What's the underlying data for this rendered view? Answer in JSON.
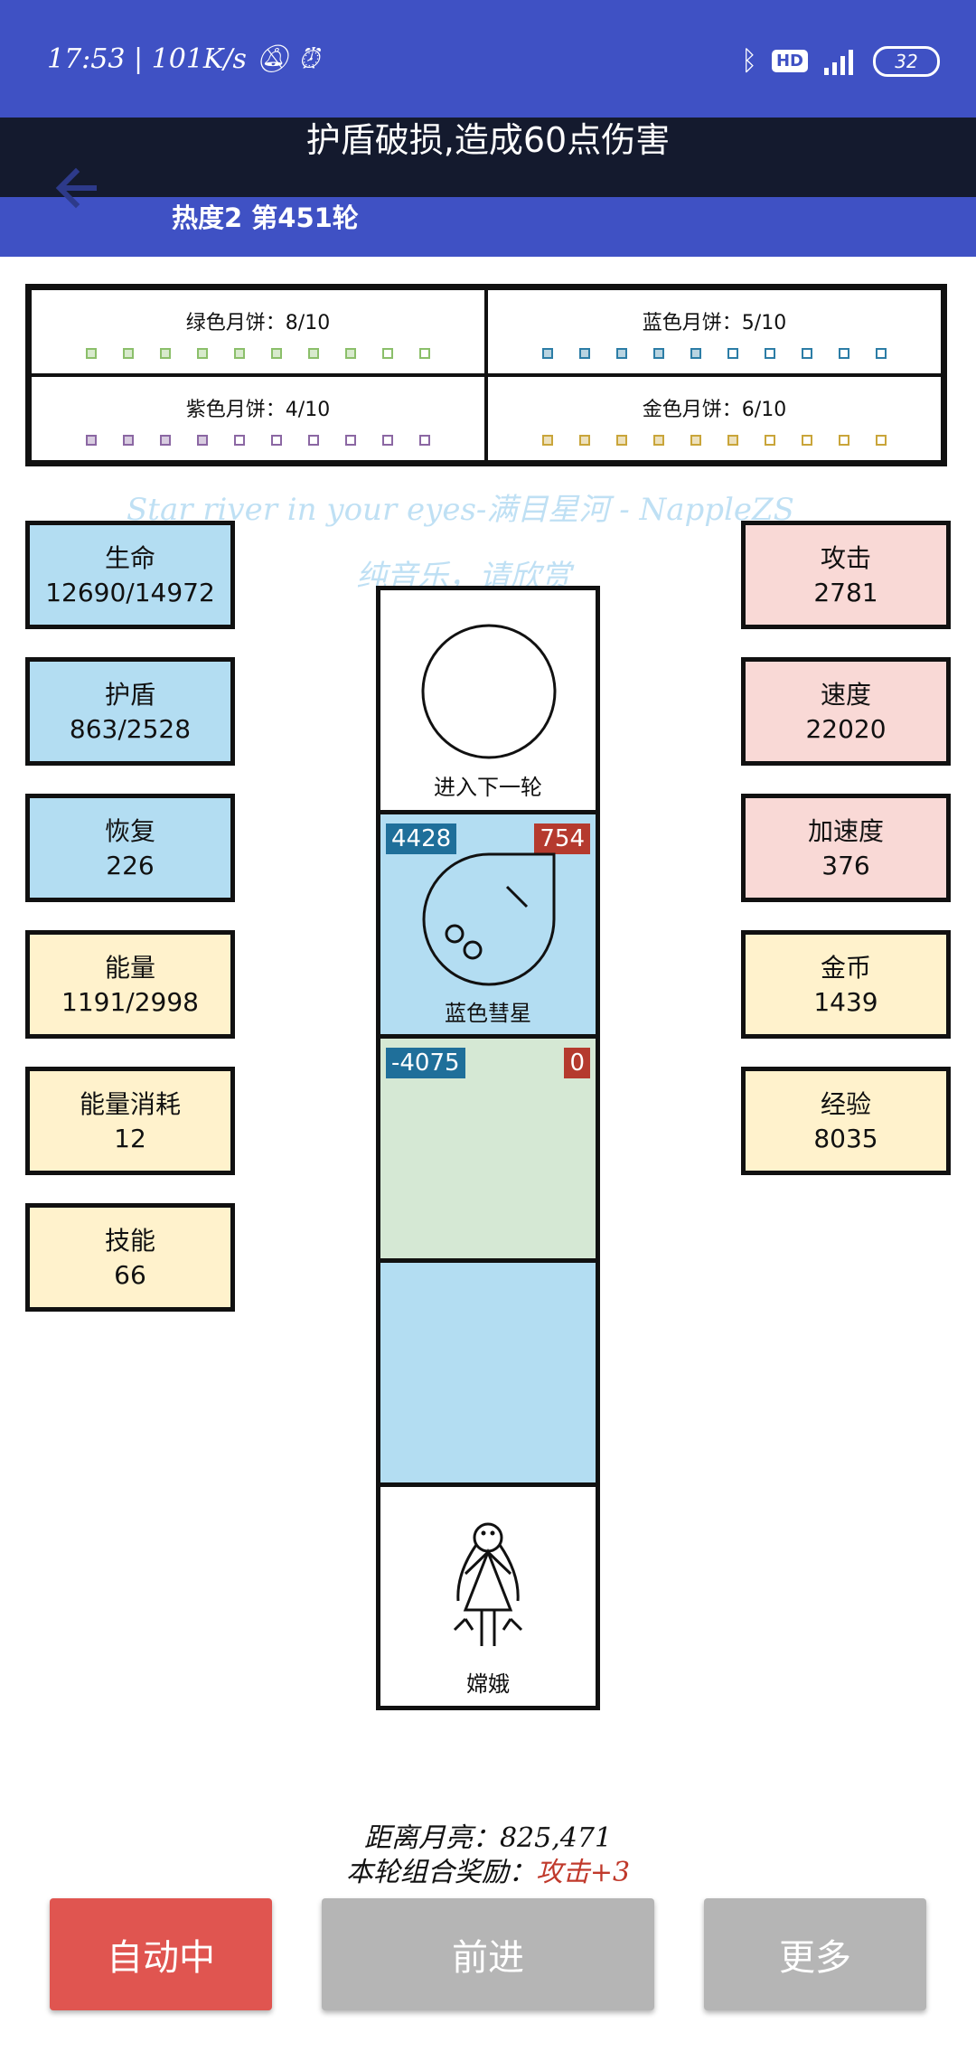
{
  "status": {
    "time": "17:53",
    "net": "101K/s",
    "battery": "32",
    "hd": "HD"
  },
  "toast": "护盾破损,造成60点伤害",
  "header": {
    "title": "奔月",
    "subtitle": "热度2 第451轮"
  },
  "mooncakes": [
    {
      "label": "绿色月饼：8/10",
      "color": "#8bbf6a",
      "filled": 0.8
    },
    {
      "label": "蓝色月饼：5/10",
      "color": "#2c7da6",
      "filled": 0.5
    },
    {
      "label": "紫色月饼：4/10",
      "color": "#8b67a3",
      "filled": 0.4
    },
    {
      "label": "金色月饼：6/10",
      "color": "#c9a53a",
      "filled": 0.6
    }
  ],
  "lyric": {
    "line1": "Star river in your eyes-满目星河 - NappleZS",
    "line2": "纯音乐，请欣赏"
  },
  "left_stats": [
    {
      "label": "生命",
      "value": "12690/14972"
    },
    {
      "label": "护盾",
      "value": "863/2528"
    },
    {
      "label": "恢复",
      "value": "226"
    },
    {
      "label": "能量",
      "value": "1191/2998"
    },
    {
      "label": "能量消耗",
      "value": "12"
    },
    {
      "label": "技能",
      "value": "66"
    }
  ],
  "right_stats": [
    {
      "label": "攻击",
      "value": "2781"
    },
    {
      "label": "速度",
      "value": "22020"
    },
    {
      "label": "加速度",
      "value": "376"
    },
    {
      "label": "金币",
      "value": "1439"
    },
    {
      "label": "经验",
      "value": "8035"
    }
  ],
  "column": {
    "next_round": "进入下一轮",
    "comet": {
      "name": "蓝色彗星",
      "left_badge": "4428",
      "right_badge": "754"
    },
    "empty": {
      "left_badge": "-4075",
      "right_badge": "0"
    },
    "player": "嫦娥"
  },
  "footer": {
    "distance_label": "距离月亮：",
    "distance_value": "825,471",
    "reward_label": "本轮组合奖励：",
    "reward_value": "攻击+3"
  },
  "buttons": {
    "auto": "自动中",
    "forward": "前进",
    "more": "更多"
  },
  "colors": {
    "appbar": "#3f51c4",
    "auto_button": "#e05550",
    "gray_button": "#b5b5b5"
  }
}
